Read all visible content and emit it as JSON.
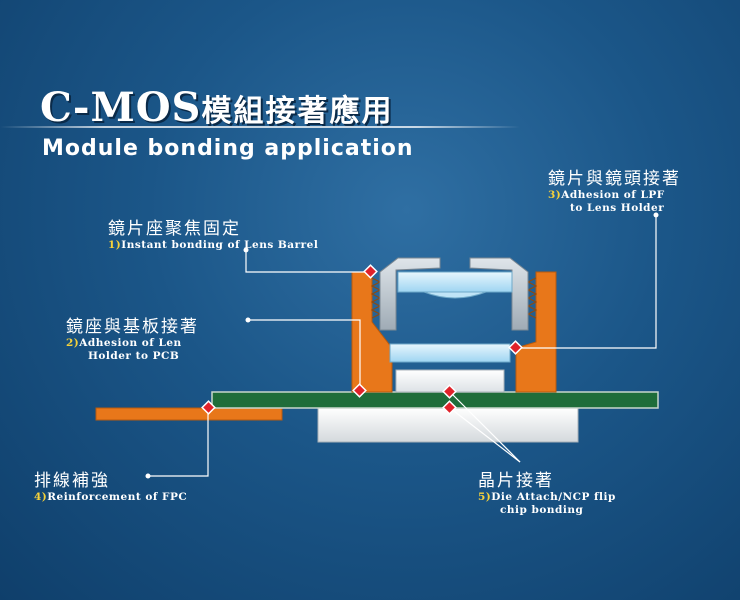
{
  "title": {
    "main_latin": "C-MOS",
    "main_cjk": "模組接著應用",
    "subtitle": "Module bonding application"
  },
  "callouts": [
    {
      "id": "1",
      "zh": "鏡片座聚焦固定",
      "num": "1)",
      "en_lines": [
        "Instant bonding of Lens Barrel"
      ]
    },
    {
      "id": "2",
      "zh": "鏡座與基板接著",
      "num": "2)",
      "en_lines": [
        "Adhesion of Len",
        "Holder to PCB"
      ]
    },
    {
      "id": "3",
      "zh": "鏡片與鏡頭接著",
      "num": "3)",
      "en_lines": [
        "Adhesion of LPF",
        "to Lens Holder"
      ]
    },
    {
      "id": "4",
      "zh": "排線補強",
      "num": "4)",
      "en_lines": [
        "Reinforcement of FPC"
      ]
    },
    {
      "id": "5",
      "zh": "晶片接著",
      "num": "5)",
      "en_lines": [
        "Die Attach/NCP flip",
        "chip bonding"
      ]
    }
  ],
  "colors": {
    "holder_orange": "#e8771a",
    "barrel_gray": "#b9c4cc",
    "lens_blue": "#bfe4f7",
    "pcb_green": "#1f6d3a",
    "fpc_orange": "#e8771a",
    "bonding_point": "#e0222a",
    "leader_line": "#ffffff"
  }
}
